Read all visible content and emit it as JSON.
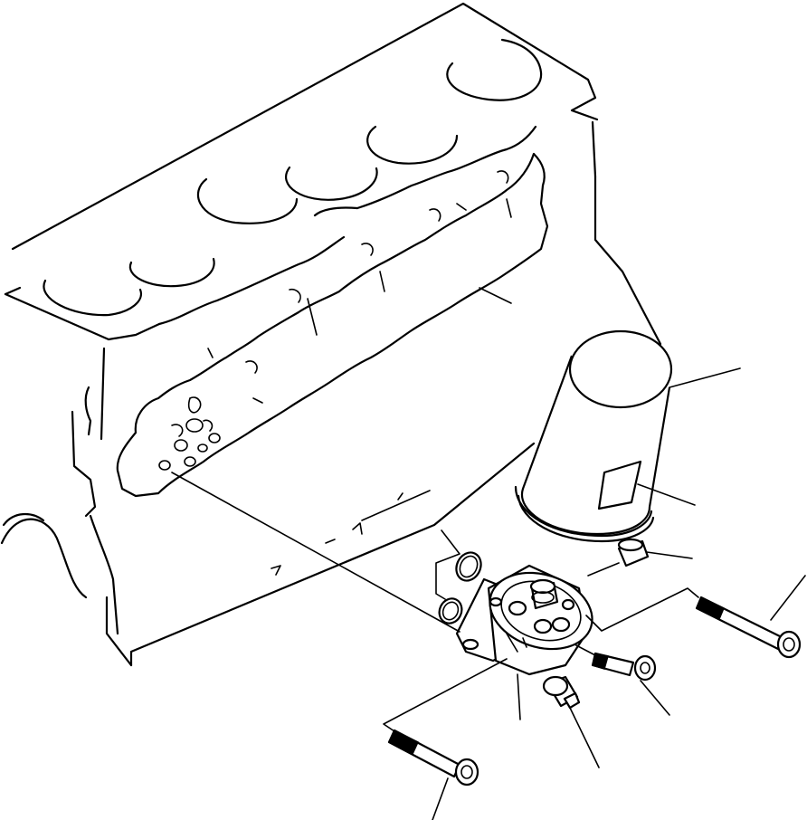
{
  "diagram": {
    "parts": [
      {
        "name": "cylinder-block"
      },
      {
        "name": "oil-filter-cartridge"
      },
      {
        "name": "filter-head-bracket"
      },
      {
        "name": "o-ring-upper"
      },
      {
        "name": "o-ring-lower"
      },
      {
        "name": "plug"
      },
      {
        "name": "bolt-long-right"
      },
      {
        "name": "bolt-short"
      },
      {
        "name": "bolt-long-lower"
      },
      {
        "name": "sensor-switch"
      }
    ],
    "colors": {
      "line": "#000000",
      "background": "#ffffff"
    }
  }
}
